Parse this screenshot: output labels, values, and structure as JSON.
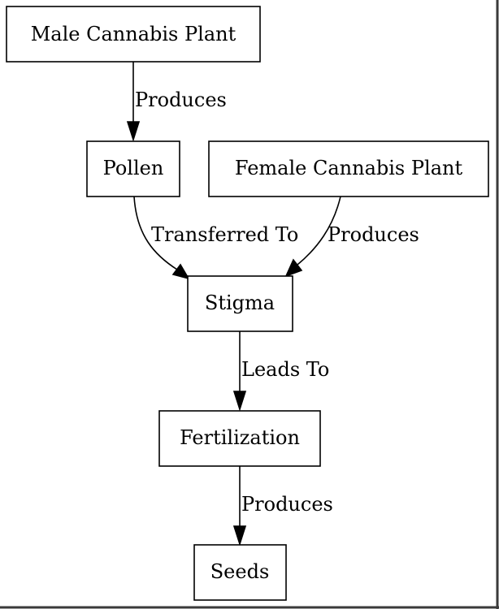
{
  "diagram": {
    "nodes": {
      "male_plant": "Male Cannabis Plant",
      "pollen": "Pollen",
      "female_plant": "Female Cannabis Plant",
      "stigma": "Stigma",
      "fertilization": "Fertilization",
      "seeds": "Seeds"
    },
    "edges": {
      "male_to_pollen": "Produces",
      "pollen_to_stigma": "Transferred To",
      "female_to_stigma": "Produces",
      "stigma_to_fertilization": "Leads To",
      "fertilization_to_seeds": "Produces"
    }
  },
  "colors": {
    "background": "#ffffff",
    "stroke": "#000000",
    "frame": "#3a3a3a"
  }
}
